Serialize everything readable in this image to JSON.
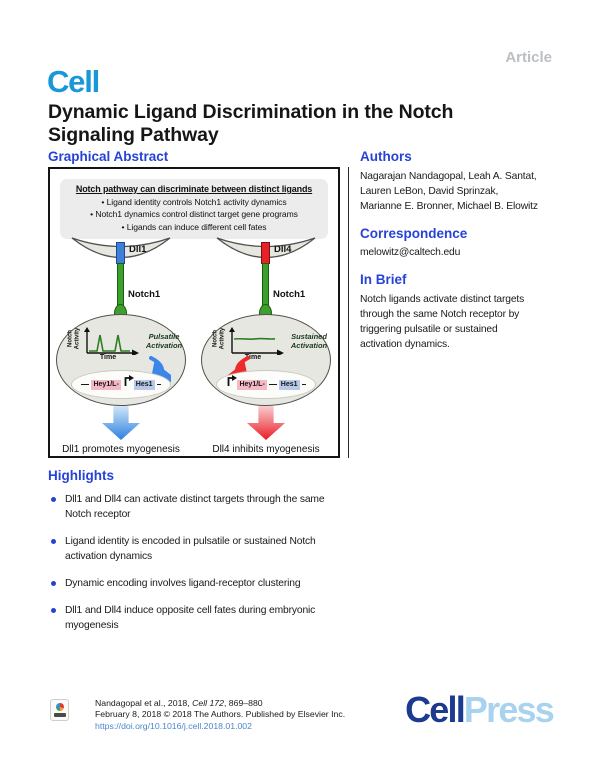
{
  "header": {
    "journal_logo": "Cell",
    "article_type": "Article",
    "title": "Dynamic Ligand Discrimination in the Notch\nSignaling Pathway"
  },
  "graphical_abstract": {
    "heading": "Graphical Abstract",
    "banner": {
      "title": "Notch pathway can discriminate between distinct ligands",
      "bullets": [
        "• Ligand identity controls Notch1 activity dynamics",
        "• Notch1 dynamics control distinct target gene programs",
        "• Ligands can induce different cell fates"
      ]
    },
    "panels": {
      "left": {
        "ligand": "Dll1",
        "receptor": "Notch1",
        "plot": {
          "ylabel": "Notch\nActivity",
          "xlabel": "Time",
          "dynamics": "Pulsatile\nActivation"
        },
        "genes": {
          "repressed": "Hey1/L-",
          "active": "Hes1"
        },
        "caption": "Dll1 promotes myogenesis"
      },
      "right": {
        "ligand": "Dll4",
        "receptor": "Notch1",
        "plot": {
          "ylabel": "Notch\nActivity",
          "xlabel": "Time",
          "dynamics": "Sustained\nActivation"
        },
        "genes": {
          "active": "Hey1/L-",
          "repressed": "Hes1"
        },
        "caption": "Dll4 inhibits myogenesis"
      }
    }
  },
  "authors_section": {
    "heading": "Authors",
    "names": "Nagarajan Nandagopal, Leah A. Santat,\nLauren LeBon, David Sprinzak,\nMarianne E. Bronner, Michael B. Elowitz"
  },
  "correspondence_section": {
    "heading": "Correspondence",
    "email": "melowitz@caltech.edu"
  },
  "in_brief_section": {
    "heading": "In Brief",
    "text": "Notch ligands activate distinct targets\nthrough the same Notch receptor by\ntriggering pulsatile or sustained\nactivation dynamics."
  },
  "highlights_section": {
    "heading": "Highlights",
    "items": [
      "Dll1 and Dll4 can activate distinct targets through the same\nNotch receptor",
      "Ligand identity is encoded in pulsatile or sustained Notch\nactivation dynamics",
      "Dynamic encoding involves ligand-receptor clustering",
      "Dll1 and Dll4 induce opposite cell fates during embryonic\nmyogenesis"
    ]
  },
  "footer": {
    "citation_prefix": "Nandagopal et al., 2018, ",
    "citation_journal": "Cell 172",
    "citation_pages": ", 869–880",
    "publication_line": "February 8, 2018 © 2018 The Authors. Published by Elsevier Inc.",
    "doi": "https://doi.org/10.1016/j.cell.2018.01.002",
    "publisher_logo": {
      "part1": "Cell",
      "part2": "Press"
    }
  },
  "colors": {
    "journal_logo_blue": "#1898d8",
    "heading_blue": "#2743d6",
    "article_gray": "#b9bfc4",
    "link_blue": "#4a86cc",
    "cellpress_dark_blue": "#1b3a90",
    "cellpress_light_blue": "#a9d2ef",
    "dll1_blue": "#3f7fd6",
    "dll4_red": "#e62227",
    "notch_green": "#3da02e",
    "hey_gene_pink": "#f5b9c5",
    "hes_gene_blue": "#b7c9e6",
    "promote_arrow_blue": "#2f7fe0",
    "inhibit_arrow_red": "#ec1c24"
  }
}
